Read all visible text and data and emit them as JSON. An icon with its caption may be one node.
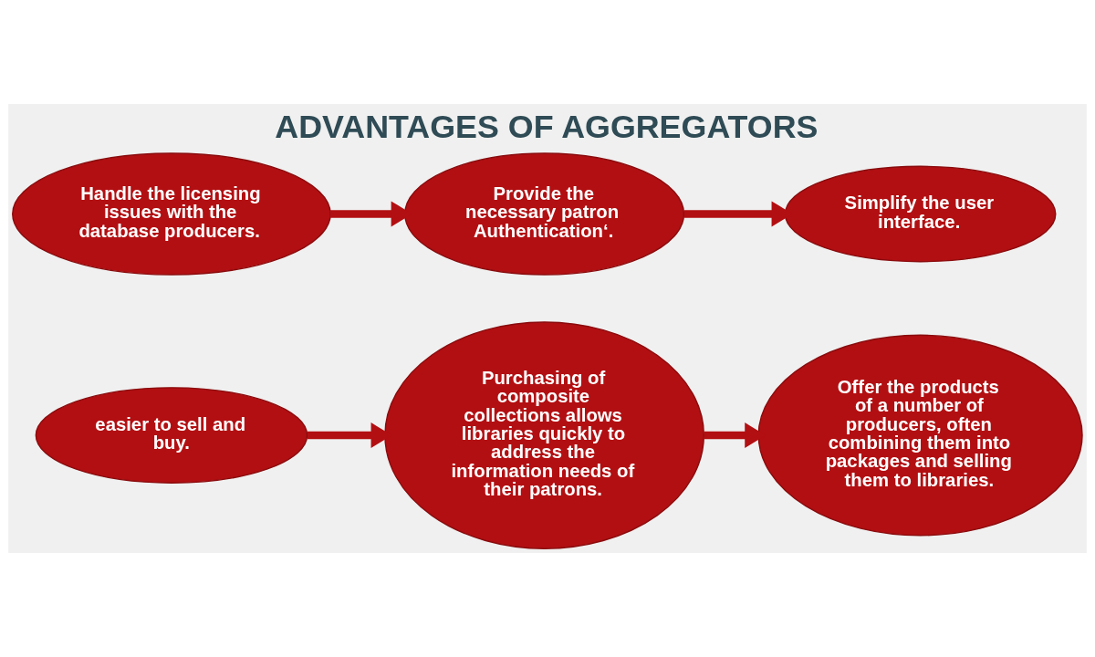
{
  "diagram": {
    "title": "ADVANTAGES OF AGGREGATORS",
    "nodes": [
      {
        "text": [
          "Handle the licensing issues with the database producers."
        ]
      },
      {
        "text": [
          "Provide the necessary patron Authentication‘."
        ]
      },
      {
        "text": [
          "Simplify the user interface."
        ]
      },
      {
        "text": [
          "easier to sell and buy."
        ]
      },
      {
        "text": [
          "Purchasing of composite collections allows libraries quickly to address the information needs of their patrons."
        ]
      },
      {
        "text": [
          "Offer the products of a number of producers, often combining them into packages and selling them to libraries."
        ]
      }
    ],
    "edges": [
      {
        "from": 0,
        "to": 1,
        "arrow": "to"
      },
      {
        "from": 1,
        "to": 2,
        "arrow": "to"
      },
      {
        "from": 3,
        "to": 4,
        "arrow": "to"
      },
      {
        "from": 4,
        "to": 5,
        "arrow": "to"
      }
    ]
  }
}
